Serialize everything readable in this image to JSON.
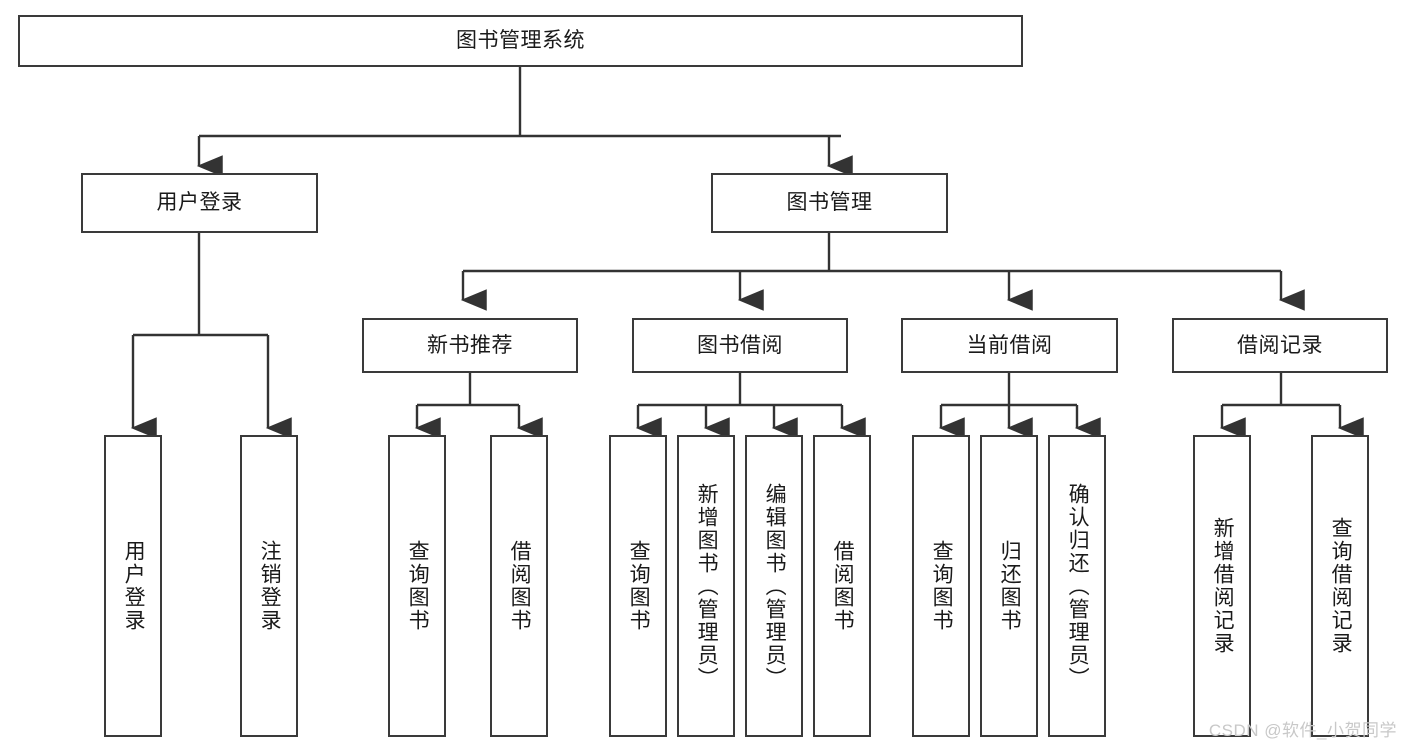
{
  "diagram": {
    "title": "图书管理系统",
    "type": "hierarchy-tree",
    "root": {
      "id": "root",
      "label": "图书管理系统",
      "orientation": "horizontal"
    },
    "level2": [
      {
        "id": "user-login",
        "label": "用户登录",
        "orientation": "horizontal"
      },
      {
        "id": "book-management",
        "label": "图书管理",
        "orientation": "horizontal"
      }
    ],
    "level3": [
      {
        "id": "new-book-recommend",
        "label": "新书推荐",
        "orientation": "horizontal"
      },
      {
        "id": "book-borrow",
        "label": "图书借阅",
        "orientation": "horizontal"
      },
      {
        "id": "current-borrow",
        "label": "当前借阅",
        "orientation": "horizontal"
      },
      {
        "id": "borrow-record",
        "label": "借阅记录",
        "orientation": "horizontal"
      }
    ],
    "leaves": {
      "user_login": [
        {
          "id": "leaf-user-login",
          "label": "用户登录"
        },
        {
          "id": "leaf-logout-login",
          "label": "注销登录"
        }
      ],
      "new_book_recommend": [
        {
          "id": "leaf-query-book-1",
          "label": "查询图书"
        },
        {
          "id": "leaf-borrow-book-1",
          "label": "借阅图书"
        }
      ],
      "book_borrow": [
        {
          "id": "leaf-query-book-2",
          "label": "查询图书"
        },
        {
          "id": "leaf-add-book",
          "label": "新增图书（管理员）"
        },
        {
          "id": "leaf-edit-book",
          "label": "编辑图书（管理员）"
        },
        {
          "id": "leaf-borrow-book-2",
          "label": "借阅图书"
        }
      ],
      "current_borrow": [
        {
          "id": "leaf-query-book-3",
          "label": "查询图书"
        },
        {
          "id": "leaf-return-book",
          "label": "归还图书"
        },
        {
          "id": "leaf-confirm-return",
          "label": "确认归还（管理员）"
        }
      ],
      "borrow_record": [
        {
          "id": "leaf-add-record",
          "label": "新增借阅记录"
        },
        {
          "id": "leaf-query-record",
          "label": "查询借阅记录"
        }
      ]
    }
  },
  "watermark": {
    "text": "CSDN @软件_小贺同学"
  },
  "colors": {
    "box_border": "#3a3a3a",
    "box_fill": "#ffffff",
    "connector": "#333333",
    "text": "#1a1a1a",
    "watermark": "#c8c8c8",
    "background": "#ffffff"
  }
}
